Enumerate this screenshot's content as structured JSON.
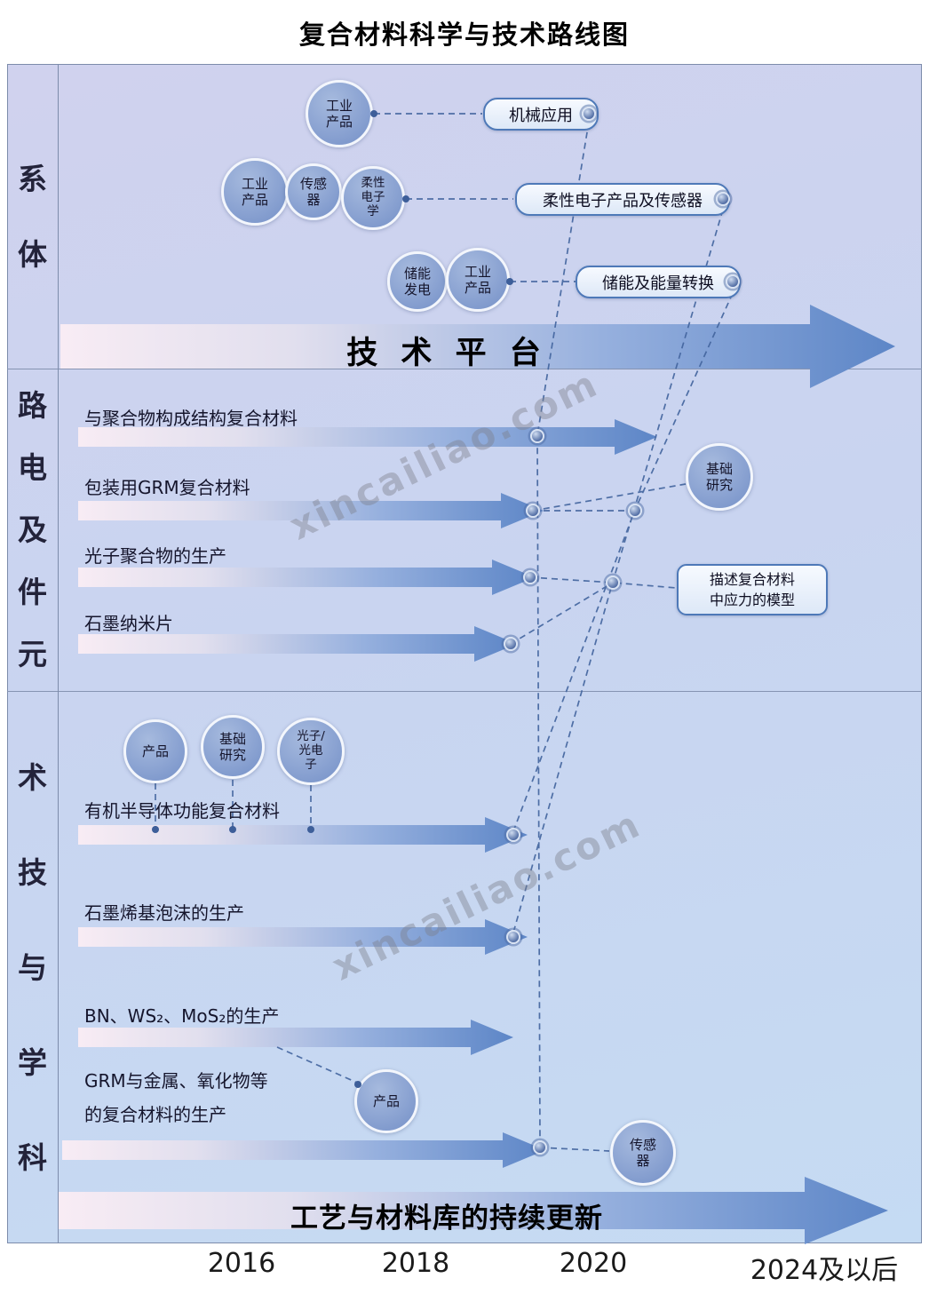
{
  "title": "复合材料科学与技术路线图",
  "watermark": "xincailiao.com",
  "side_labels": [
    {
      "name": "体系",
      "display": "系\n体"
    },
    {
      "name": "元件及电路",
      "display": "路\n电\n及\n件\n元"
    },
    {
      "name": "科学与技术",
      "display": "术\n技\n与\n学\n科"
    }
  ],
  "platform_arrow_label": "技 术 平 台",
  "update_arrow_label": "工艺与材料库的持续更新",
  "timeline": {
    "labels": [
      "2016",
      "2018",
      "2020",
      "2024及以后"
    ]
  },
  "system_section": {
    "bubbles": [
      "工业\n产品",
      "工业\n产品",
      "传感\n器",
      "柔性\n电子\n学",
      "储能\n发电",
      "工业\n产品"
    ],
    "boxes": [
      "机械应用",
      "柔性电子产品及传感器",
      "储能及能量转换"
    ]
  },
  "components_section": {
    "rows": [
      "与聚合物构成结构复合材料",
      "包装用GRM复合材料",
      "光子聚合物的生产",
      "石墨纳米片"
    ],
    "research_bubble": "基础\n研究",
    "model_box": "描述复合材料\n中应力的模型"
  },
  "science_section": {
    "top_bubbles": [
      "产品",
      "基础\n研究",
      "光子/\n光电\n子"
    ],
    "rows": [
      "有机半导体功能复合材料",
      "石墨烯基泡沫的生产",
      "BN、WS₂、MoS₂的生产",
      "GRM与金属、氧化物等\n的复合材料的生产"
    ],
    "product_bubble": "产品",
    "sensor_bubble": "传感\n器"
  }
}
